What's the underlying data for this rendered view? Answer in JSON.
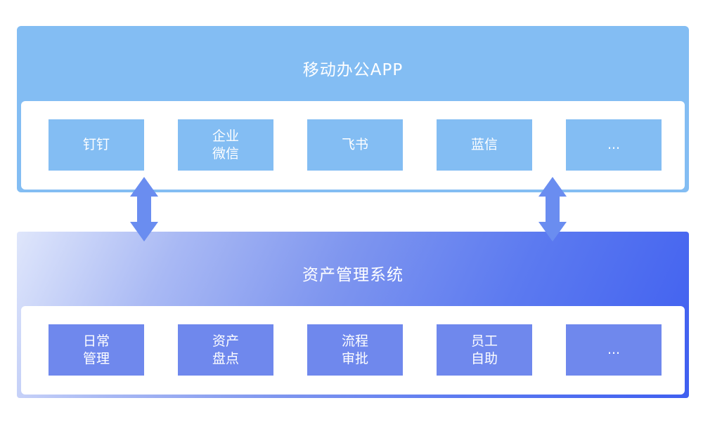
{
  "mobile_office": {
    "title": "移动办公APP",
    "items": [
      "钉钉",
      "企业\n微信",
      "飞书",
      "蓝信",
      "..."
    ]
  },
  "asset_system": {
    "title": "资产管理系统",
    "items": [
      "日常\n管理",
      "资产\n盘点",
      "流程\n审批",
      "员工\n自助",
      "..."
    ]
  },
  "colors": {
    "top_panel": "#83bdf3",
    "bottom_box": "#6f88ed",
    "arrow": "#6a8df0"
  },
  "icons": {
    "connector": "double-arrow-vertical-icon"
  }
}
